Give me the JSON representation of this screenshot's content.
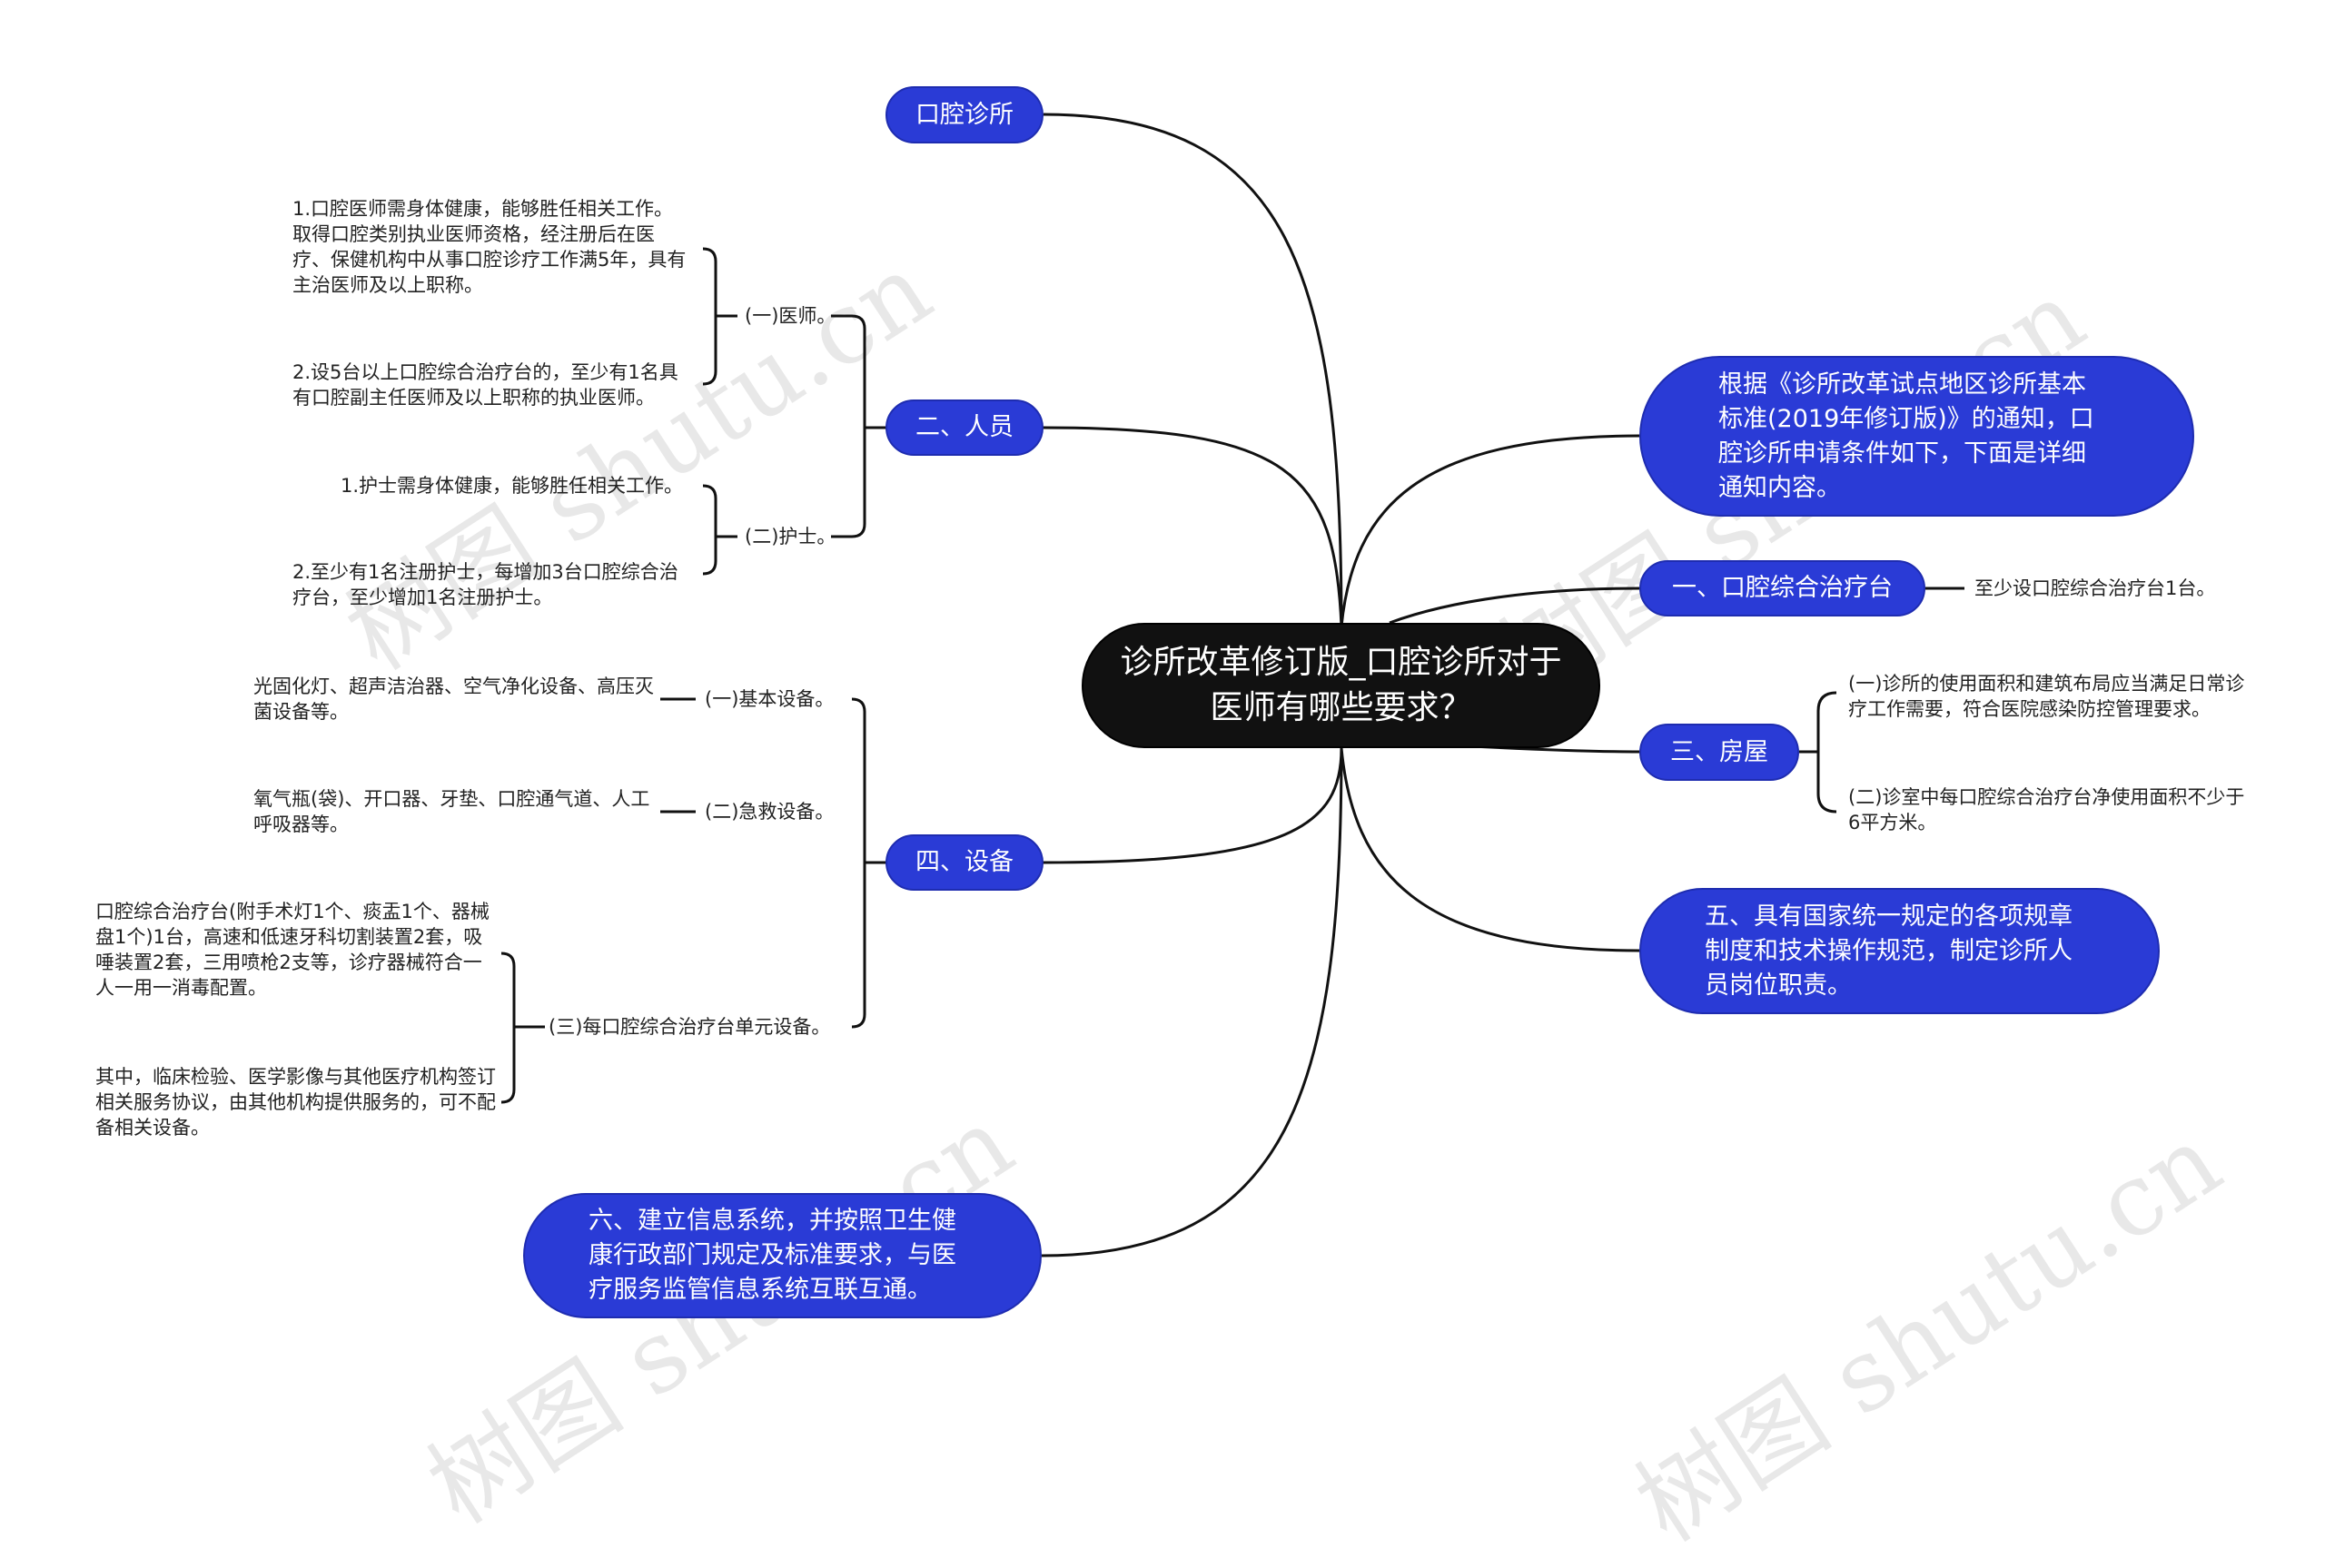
{
  "center": {
    "title": "诊所改革修订版_口腔诊所对于医师有哪些要求？"
  },
  "left": {
    "clinic": {
      "label": "口腔诊所"
    },
    "staff": {
      "label": "二、人员",
      "doctor": {
        "label": "(一)医师。",
        "items": [
          "1.口腔医师需身体健康，能够胜任相关工作。取得口腔类别执业医师资格，经注册后在医疗、保健机构中从事口腔诊疗工作满5年，具有主治医师及以上职称。",
          "2.设5台以上口腔综合治疗台的，至少有1名具有口腔副主任医师及以上职称的执业医师。"
        ]
      },
      "nurse": {
        "label": "(二)护士。",
        "items": [
          "1.护士需身体健康，能够胜任相关工作。",
          "2.至少有1名注册护士，每增加3台口腔综合治疗台，至少增加1名注册护士。"
        ]
      }
    },
    "equipment": {
      "label": "四、设备",
      "basic": {
        "label": "(一)基本设备。",
        "text": "光固化灯、超声洁治器、空气净化设备、高压灭菌设备等。"
      },
      "emergency": {
        "label": "(二)急救设备。",
        "text": "氧气瓶(袋)、开口器、牙垫、口腔通气道、人工呼吸器等。"
      },
      "unit": {
        "label": "(三)每口腔综合治疗台单元设备。",
        "items": [
          "口腔综合治疗台(附手术灯1个、痰盂1个、器械盘1个)1台，高速和低速牙科切割装置2套，吸唾装置2套，三用喷枪2支等，诊疗器械符合一人一用一消毒配置。",
          "其中，临床检验、医学影像与其他医疗机构签订相关服务协议，由其他机构提供服务的，可不配备相关设备。"
        ]
      }
    },
    "info": {
      "label": "六、建立信息系统，并按照卫生健康行政部门规定及标准要求，与医疗服务监管信息系统互联互通。"
    }
  },
  "right": {
    "intro": {
      "label": "根据《诊所改革试点地区诊所基本标准(2019年修订版)》的通知，口腔诊所申请条件如下，下面是详细通知内容。"
    },
    "chair": {
      "label": "一、口腔综合治疗台",
      "text": "至少设口腔综合治疗台1台。"
    },
    "room": {
      "label": "三、房屋",
      "items": [
        "(一)诊所的使用面积和建筑布局应当满足日常诊疗工作需要，符合医院感染防控管理要求。",
        "(二)诊室中每口腔综合治疗台净使用面积不少于6平方米。"
      ]
    },
    "rules": {
      "label": "五、具有国家统一规定的各项规章制度和技术操作规范，制定诊所人员岗位职责。"
    }
  },
  "watermark": "树图 shutu.cn",
  "colors": {
    "node": "#2a3bd6",
    "center": "#111111",
    "line": "#111111"
  }
}
